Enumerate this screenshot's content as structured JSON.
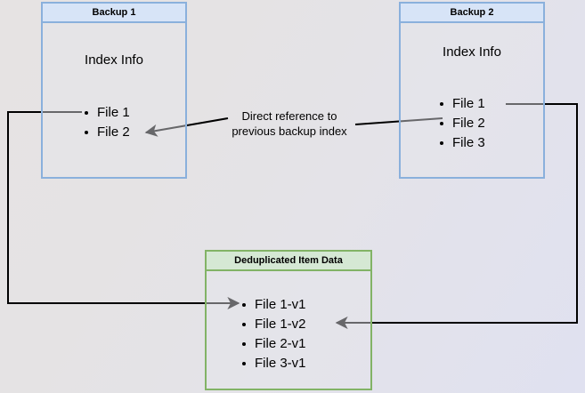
{
  "diagram": {
    "title": "Backup deduplication reference diagram",
    "background_colors": {
      "gradient_start": "#e6e3e3",
      "gradient_end": "#e0e1f0"
    },
    "colors": {
      "blue_border": "#8ab0dc",
      "blue_header_fill": "#d7e4f7",
      "green_border": "#82b366",
      "green_header_fill": "#d5e8d4",
      "arrow_stroke": "#000000",
      "text": "#000000"
    },
    "nodes": [
      {
        "id": "backup1",
        "header": "Backup 1",
        "title": "Index Info",
        "items": [
          "File 1",
          "File 2"
        ]
      },
      {
        "id": "backup2",
        "header": "Backup 2",
        "title": "Index Info",
        "items": [
          "File 1",
          "File 2",
          "File 3"
        ]
      },
      {
        "id": "dedup",
        "header": "Deduplicated Item Data",
        "title": "",
        "items": [
          "File 1-v1",
          "File 1-v2",
          "File 2-v1",
          "File 3-v1"
        ]
      }
    ],
    "edge_labels": [
      {
        "id": "direct-reference",
        "line1": "Direct reference to",
        "line2": "previous backup index"
      }
    ],
    "connectors": [
      {
        "id": "backup2-index-to-backup1-index",
        "from": "Backup 2 File 2",
        "to": "Backup 1 File 2",
        "arrowhead": "end"
      },
      {
        "id": "backup1-file1-to-dedup-file1v1",
        "from": "Backup 1 File 1",
        "to": "Deduplicated Item Data File 1-v1",
        "arrowhead": "end"
      },
      {
        "id": "backup2-file1-to-dedup-file1v2",
        "from": "Backup 2 File 1",
        "to": "Deduplicated Item Data File 1-v2",
        "arrowhead": "end"
      }
    ]
  }
}
